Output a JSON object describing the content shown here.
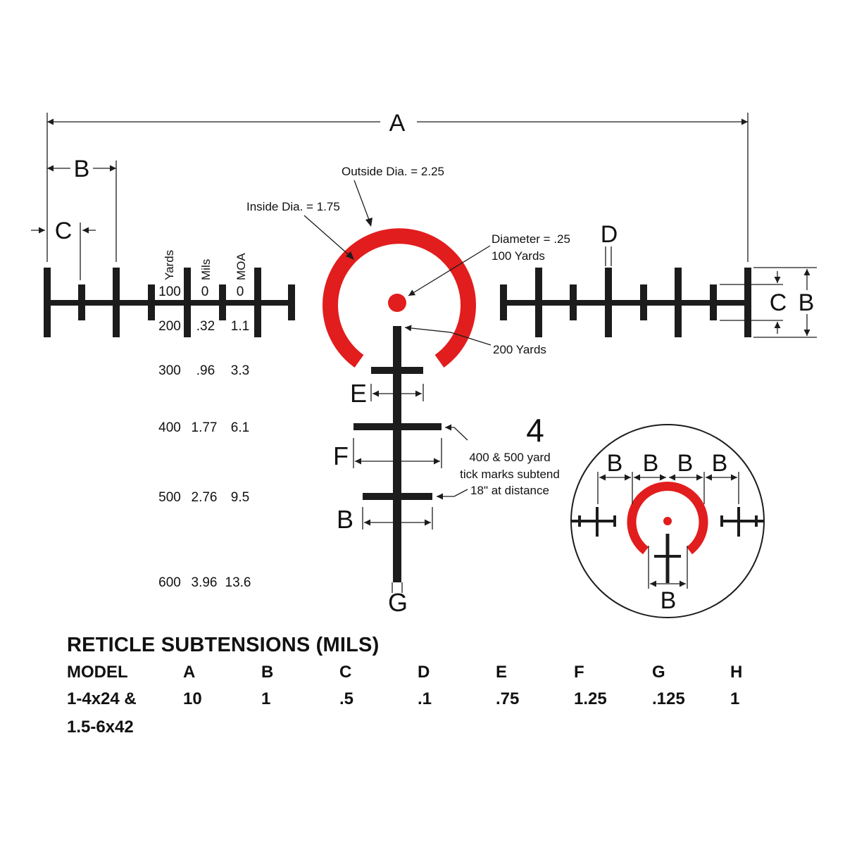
{
  "diagram": {
    "dimension_labels": {
      "a": "A",
      "b_left": "B",
      "c_left": "C",
      "d": "D",
      "c_right": "C",
      "b_right": "B",
      "e": "E",
      "f": "F",
      "b_stadia": "B",
      "g": "G",
      "model_number": "4"
    },
    "callouts": {
      "outside_dia": "Outside Dia. = 2.25",
      "inside_dia": "Inside Dia. = 1.75",
      "dot_diameter_line1": "Diameter = .25",
      "dot_diameter_line2": "100 Yards",
      "post_top": "200 Yards",
      "stadia_note_line1": "400 & 500 yard",
      "stadia_note_line2": "tick marks subtend",
      "stadia_note_line3": "18\" at distance"
    },
    "column_headers": [
      "Yards",
      "Mils",
      "MOA"
    ],
    "drop_rows": [
      {
        "yards": "100",
        "mils": "0",
        "moa": "0"
      },
      {
        "yards": "200",
        "mils": ".32",
        "moa": "1.1"
      },
      {
        "yards": "300",
        "mils": ".96",
        "moa": "3.3"
      },
      {
        "yards": "400",
        "mils": "1.77",
        "moa": "6.1"
      },
      {
        "yards": "500",
        "mils": "2.76",
        "moa": "9.5"
      },
      {
        "yards": "600",
        "mils": "3.96",
        "moa": "13.6"
      }
    ],
    "inset_labels": {
      "b1": "B",
      "b2": "B",
      "b3": "B",
      "b4": "B",
      "b_bottom": "B"
    },
    "colors": {
      "reticle_red": "#e21d1d",
      "ink": "#1c1c1c"
    }
  },
  "table": {
    "title": "RETICLE SUBTENSIONS (MILS)",
    "headers": [
      "MODEL",
      "A",
      "B",
      "C",
      "D",
      "E",
      "F",
      "G",
      "H"
    ],
    "row": {
      "model_line1": "1-4x24 &",
      "model_line2": "1.5-6x42",
      "values": [
        "10",
        "1",
        ".5",
        ".1",
        ".75",
        "1.25",
        ".125",
        "1"
      ]
    }
  }
}
